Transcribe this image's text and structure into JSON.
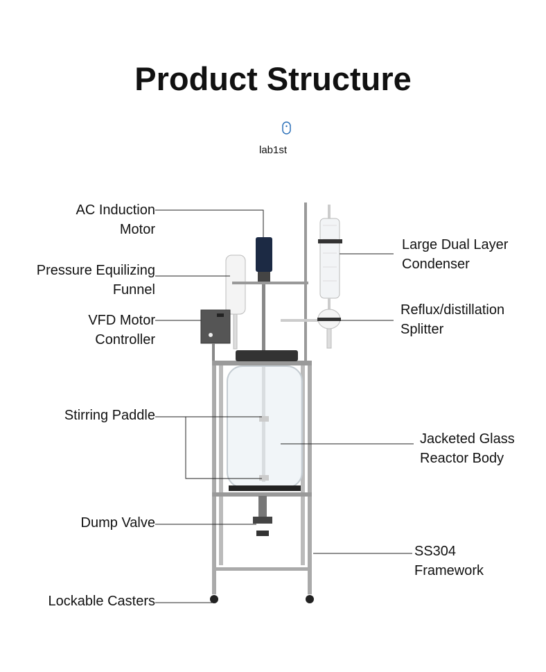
{
  "title": "Product Structure",
  "brand": {
    "name": "lab1st",
    "icon": "mouse-logo-icon"
  },
  "labels": {
    "ac_motor": [
      "AC Induction",
      "Motor"
    ],
    "funnel": [
      "Pressure Equilizing",
      "Funnel"
    ],
    "vfd": [
      "VFD Motor",
      "Controller"
    ],
    "paddle": [
      "Stirring Paddle"
    ],
    "dump_valve": [
      "Dump Valve"
    ],
    "casters": [
      "Lockable Casters"
    ],
    "condenser": [
      "Large Dual Layer",
      "Condenser"
    ],
    "splitter": [
      "Reflux/distillation",
      "Splitter"
    ],
    "reactor_body": [
      "Jacketed Glass",
      "Reactor Body"
    ],
    "framework": [
      "SS304",
      "Framework"
    ]
  }
}
